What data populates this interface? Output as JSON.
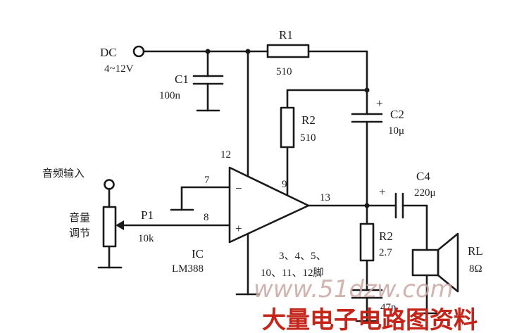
{
  "dc": {
    "label": "DC",
    "voltage": "4~12V"
  },
  "c1": {
    "name": "C1",
    "value": "100n"
  },
  "r1": {
    "name": "R1",
    "value": "510"
  },
  "r2_top": {
    "name": "R2",
    "value": "510"
  },
  "c2": {
    "name": "C2",
    "value": "10μ",
    "polarity": "+"
  },
  "c4": {
    "name": "C4",
    "value": "220μ",
    "polarity": "+"
  },
  "r2_out": {
    "name": "R2",
    "value": "2.7"
  },
  "rl": {
    "name": "RL",
    "value": "8Ω"
  },
  "c3": {
    "value": "47n"
  },
  "p1": {
    "name": "P1",
    "value": "10k"
  },
  "input": {
    "label": "音频输入"
  },
  "volume": {
    "line1": "音量",
    "line2": "调节"
  },
  "ic": {
    "label1": "IC",
    "label2": "LM388",
    "minus": "−",
    "plus": "+"
  },
  "pins": {
    "p12": "12",
    "p7": "7",
    "p9": "9",
    "p8": "8",
    "p13": "13"
  },
  "pin_note": {
    "line1": "3、4、5、",
    "line2": "10、11、12脚"
  },
  "watermark": "www.51dzw.com",
  "brand": "大量电子电路图资料"
}
